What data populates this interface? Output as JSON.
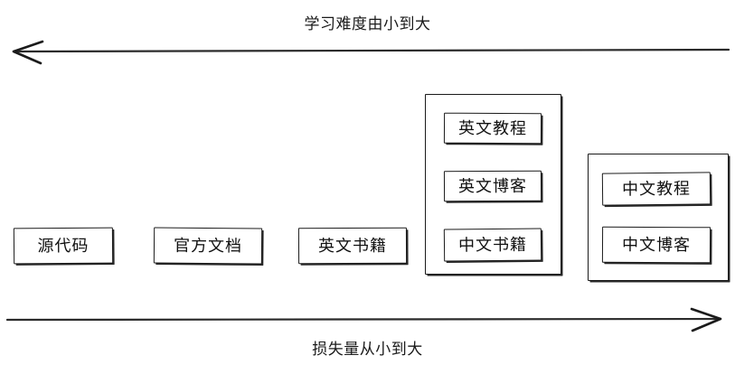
{
  "diagram": {
    "top_axis": {
      "label": "学习难度由小到大",
      "direction": "left"
    },
    "bottom_axis": {
      "label": "损失量从小到大",
      "direction": "right"
    },
    "columns": [
      {
        "id": "col-1",
        "type": "single",
        "items": [
          {
            "label": "源代码"
          }
        ]
      },
      {
        "id": "col-2",
        "type": "single",
        "items": [
          {
            "label": "官方文档"
          }
        ]
      },
      {
        "id": "col-3",
        "type": "single",
        "items": [
          {
            "label": "英文书籍"
          }
        ]
      },
      {
        "id": "col-4",
        "type": "group",
        "items": [
          {
            "label": "英文教程"
          },
          {
            "label": "英文博客"
          },
          {
            "label": "中文书籍"
          }
        ]
      },
      {
        "id": "col-5",
        "type": "group",
        "items": [
          {
            "label": "中文教程"
          },
          {
            "label": "中文博客"
          }
        ]
      }
    ],
    "colors": {
      "stroke": "#1b1b1b",
      "text": "#111111",
      "background": "#ffffff"
    }
  }
}
